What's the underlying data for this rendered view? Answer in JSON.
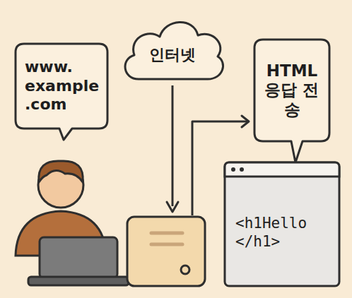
{
  "diagram": {
    "nodes": [
      {
        "text": [
          "www. example .com"
        ]
      },
      {
        "text": [
          "인터넷"
        ]
      },
      {
        "text": [
          "HTML 응답 전송"
        ]
      },
      {
        "text": [
          "<h1Hello </h1>"
        ]
      }
    ]
  }
}
